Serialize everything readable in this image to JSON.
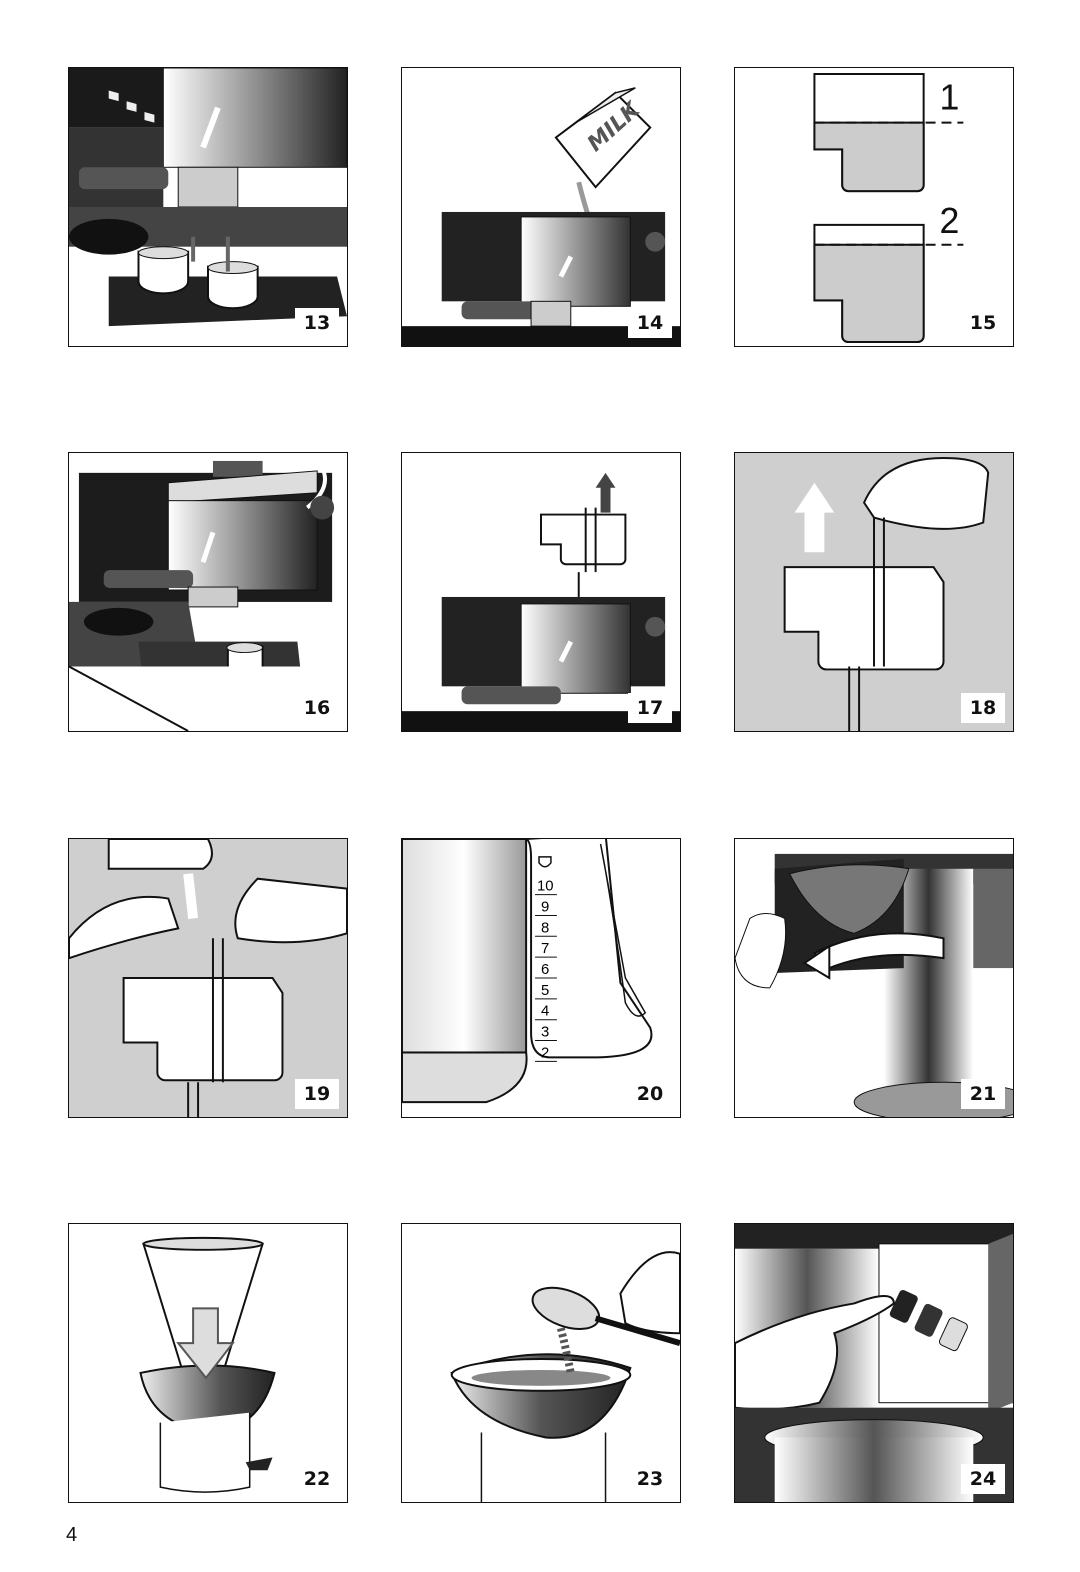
{
  "page_number": "4",
  "figures": [
    {
      "number": "13"
    },
    {
      "number": "14",
      "pack_label": "MILK"
    },
    {
      "number": "15",
      "levels": [
        "1",
        "2"
      ]
    },
    {
      "number": "16"
    },
    {
      "number": "17"
    },
    {
      "number": "18"
    },
    {
      "number": "19"
    },
    {
      "number": "20",
      "scale": [
        "10",
        "9",
        "8",
        "7",
        "6",
        "5",
        "4",
        "3",
        "2"
      ]
    },
    {
      "number": "21"
    },
    {
      "number": "22"
    },
    {
      "number": "23"
    },
    {
      "number": "24"
    }
  ]
}
